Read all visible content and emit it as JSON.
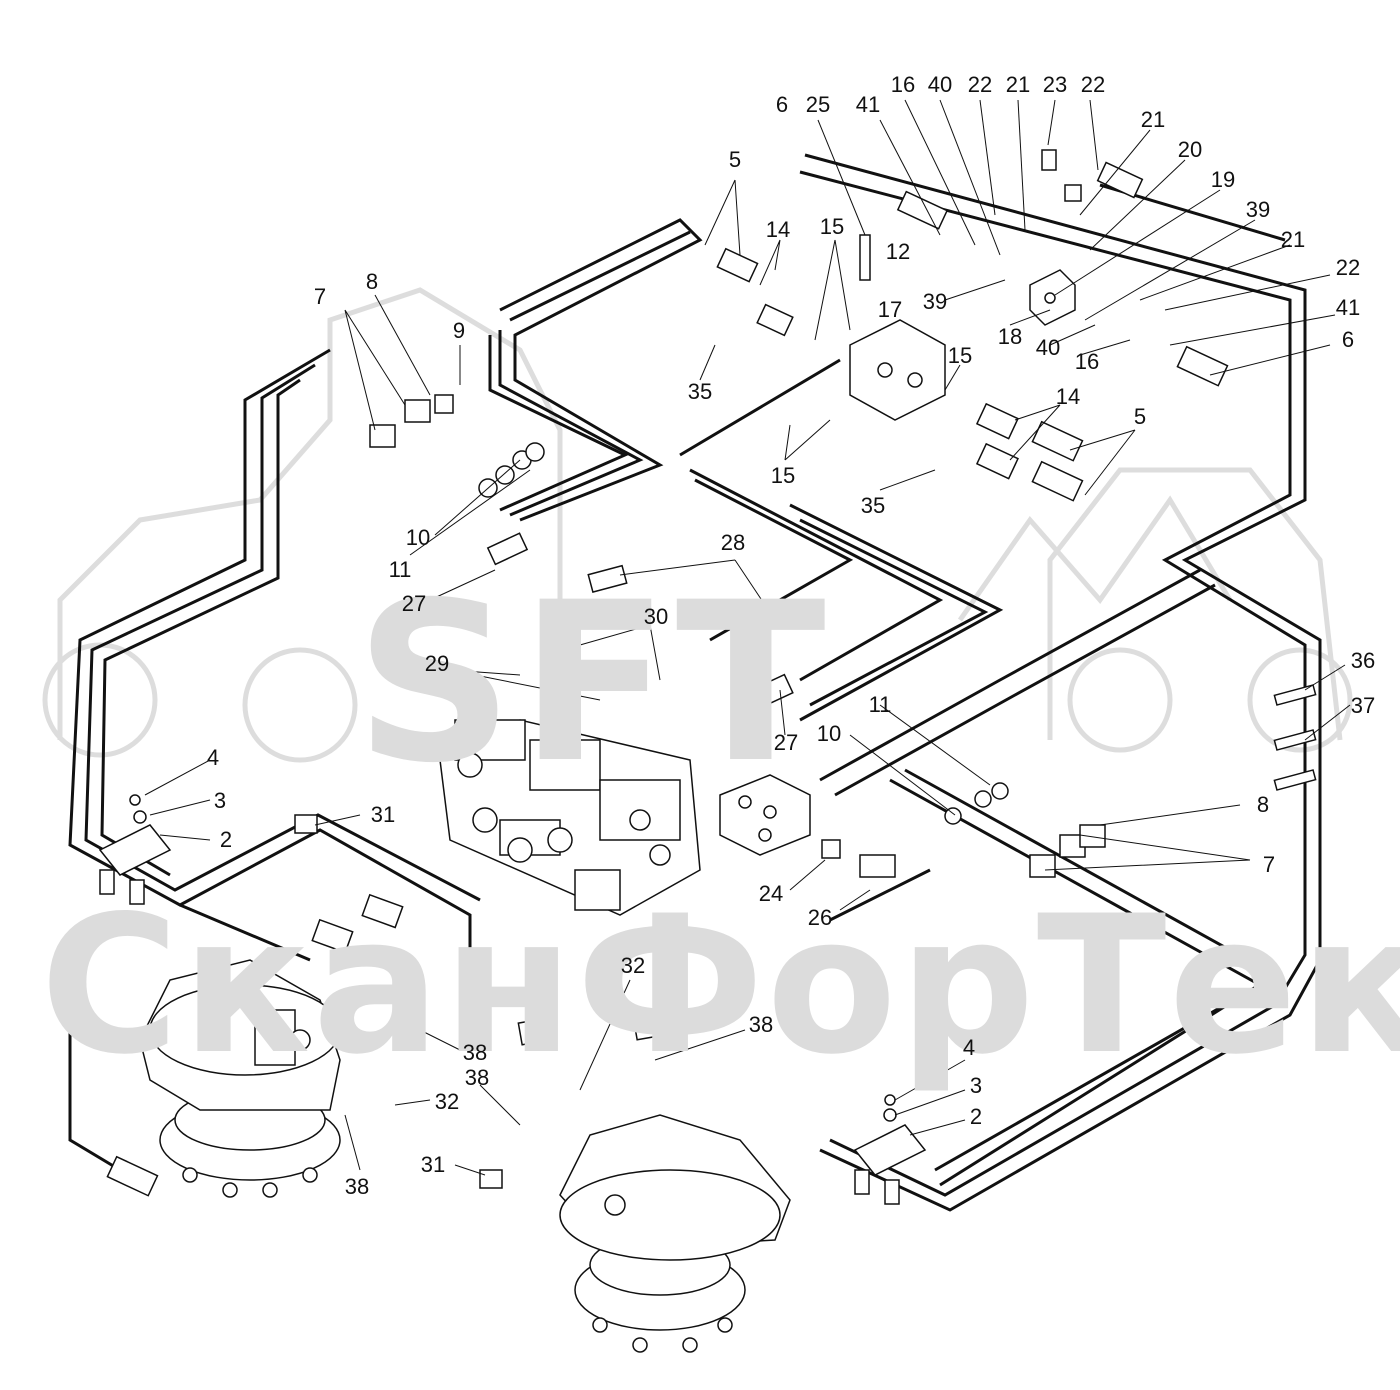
{
  "watermark": {
    "logo_text": "SFT",
    "company_text": "СканФорТек"
  },
  "callouts": [
    {
      "id": "c-6-top",
      "label": "6"
    },
    {
      "id": "c-25",
      "label": "25"
    },
    {
      "id": "c-41-top",
      "label": "41"
    },
    {
      "id": "c-16-top",
      "label": "16"
    },
    {
      "id": "c-40-top",
      "label": "40"
    },
    {
      "id": "c-22-top-a",
      "label": "22"
    },
    {
      "id": "c-21-top",
      "label": "21"
    },
    {
      "id": "c-23",
      "label": "23"
    },
    {
      "id": "c-22-top-b",
      "label": "22"
    },
    {
      "id": "c-21-r1",
      "label": "21"
    },
    {
      "id": "c-20",
      "label": "20"
    },
    {
      "id": "c-19",
      "label": "19"
    },
    {
      "id": "c-39-r",
      "label": "39"
    },
    {
      "id": "c-21-r2",
      "label": "21"
    },
    {
      "id": "c-22-r",
      "label": "22"
    },
    {
      "id": "c-41-r",
      "label": "41"
    },
    {
      "id": "c-6-r",
      "label": "6"
    },
    {
      "id": "c-5-top",
      "label": "5"
    },
    {
      "id": "c-14-top",
      "label": "14"
    },
    {
      "id": "c-15-top",
      "label": "15"
    },
    {
      "id": "c-12",
      "label": "12"
    },
    {
      "id": "c-17",
      "label": "17"
    },
    {
      "id": "c-39-mid",
      "label": "39"
    },
    {
      "id": "c-18",
      "label": "18"
    },
    {
      "id": "c-40-mid",
      "label": "40"
    },
    {
      "id": "c-16-mid",
      "label": "16"
    },
    {
      "id": "c-15-mid-r",
      "label": "15"
    },
    {
      "id": "c-14-mid",
      "label": "14"
    },
    {
      "id": "c-5-mid",
      "label": "5"
    },
    {
      "id": "c-35-top",
      "label": "35"
    },
    {
      "id": "c-15-mid-l",
      "label": "15"
    },
    {
      "id": "c-35-mid",
      "label": "35"
    },
    {
      "id": "c-7-top",
      "label": "7"
    },
    {
      "id": "c-8-top",
      "label": "8"
    },
    {
      "id": "c-9",
      "label": "9"
    },
    {
      "id": "c-10-top",
      "label": "10"
    },
    {
      "id": "c-11-top",
      "label": "11"
    },
    {
      "id": "c-27-top",
      "label": "27"
    },
    {
      "id": "c-28",
      "label": "28"
    },
    {
      "id": "c-30",
      "label": "30"
    },
    {
      "id": "c-29",
      "label": "29"
    },
    {
      "id": "c-27-mid",
      "label": "27"
    },
    {
      "id": "c-11-mid",
      "label": "11"
    },
    {
      "id": "c-10-mid",
      "label": "10"
    },
    {
      "id": "c-36",
      "label": "36"
    },
    {
      "id": "c-37",
      "label": "37"
    },
    {
      "id": "c-8-r",
      "label": "8"
    },
    {
      "id": "c-7-r",
      "label": "7"
    },
    {
      "id": "c-4-l",
      "label": "4"
    },
    {
      "id": "c-3-l",
      "label": "3"
    },
    {
      "id": "c-2-l",
      "label": "2"
    },
    {
      "id": "c-31-top",
      "label": "31"
    },
    {
      "id": "c-24",
      "label": "24"
    },
    {
      "id": "c-26",
      "label": "26"
    },
    {
      "id": "c-32-mid",
      "label": "32"
    },
    {
      "id": "c-38-mid",
      "label": "38"
    },
    {
      "id": "c-38-l",
      "label": "38"
    },
    {
      "id": "c-38-ml",
      "label": "38"
    },
    {
      "id": "c-32-l",
      "label": "32"
    },
    {
      "id": "c-38-bl",
      "label": "38"
    },
    {
      "id": "c-4-r",
      "label": "4"
    },
    {
      "id": "c-3-r",
      "label": "3"
    },
    {
      "id": "c-2-r",
      "label": "2"
    },
    {
      "id": "c-31-bot",
      "label": "31"
    }
  ]
}
